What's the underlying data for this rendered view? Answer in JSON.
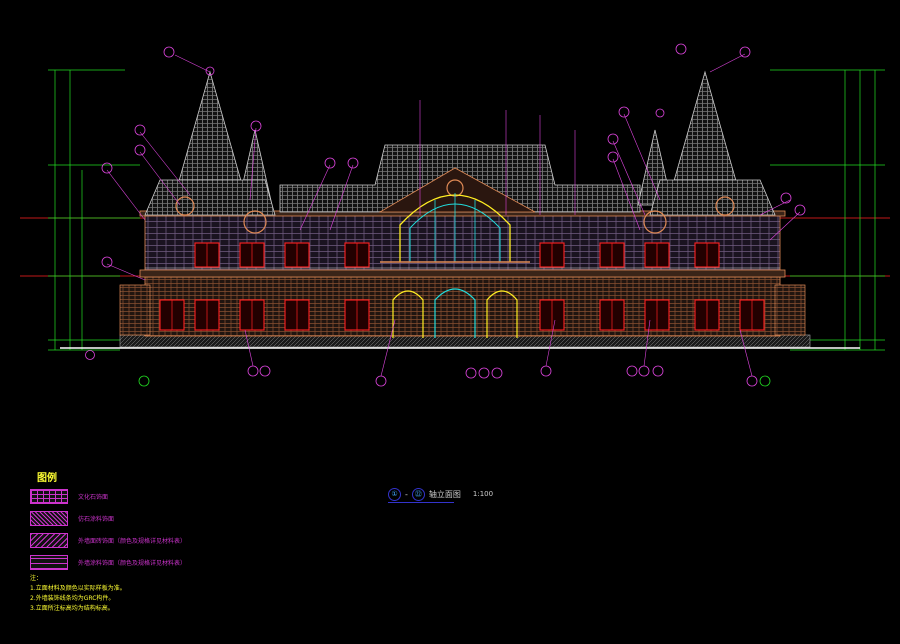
{
  "drawing": {
    "title_circle_1": "①",
    "title_sep": "-",
    "title_circle_2": "㉒",
    "title_text": "轴立面图",
    "scale": "1:100"
  },
  "legend": {
    "title": "图例",
    "items": [
      {
        "label": "文化石饰面"
      },
      {
        "label": "仿石涂料饰面"
      },
      {
        "label": "外墙面砖饰面（颜色及规格详见材料表）"
      },
      {
        "label": "外墙涂料饰面（颜色及规格详见材料表）"
      }
    ]
  },
  "notes": {
    "heading": "注：",
    "lines": [
      "1.立面材料及颜色以实际样板为准。",
      "2.外墙装饰线条均为GRC构件。",
      "3.立面所注标高均为结构标高。"
    ]
  },
  "colors": {
    "background": "#000000",
    "roof": "#b0b0b0",
    "wall": "#e08a55",
    "window": "#ff2020",
    "dimension": "#22dd22",
    "leader": "#dd44dd",
    "tag": "#4466ff",
    "glass": "#22dddd",
    "text": "#ffffff",
    "level_line": "#ff2020"
  }
}
